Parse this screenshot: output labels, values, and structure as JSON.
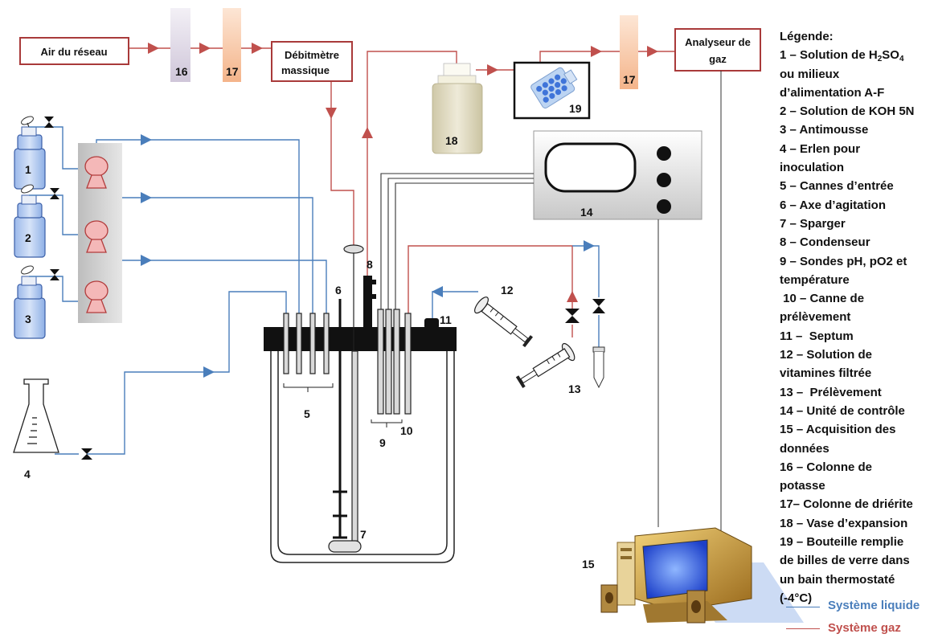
{
  "boxes": {
    "air": "Air du réseau",
    "debit_1": "Débitmètre",
    "debit_2": "massique",
    "analyseur_1": "Analyseur de",
    "analyseur_2": "gaz"
  },
  "numbers": {
    "n1": "1",
    "n2": "2",
    "n3": "3",
    "n4": "4",
    "n5": "5",
    "n6": "6",
    "n7": "7",
    "n8": "8",
    "n9": "9",
    "n10": "10",
    "n11": "11",
    "n12": "12",
    "n13": "13",
    "n14": "14",
    "n15": "15",
    "n16": "16",
    "n17": "17",
    "n18": "18",
    "n19": "19"
  },
  "legend": {
    "title": "Légende:",
    "l1a": "1 – Solution de H",
    "l1_sub2": "2",
    "l1b": "SO",
    "l1_sub4": "4",
    "l1c": "ou milieux",
    "l1d": "d’alimentation A-F",
    "l2": "2 – Solution de KOH 5N",
    "l3": "3 – Antimousse",
    "l4a": "4 – Erlen pour",
    "l4b": "inoculation",
    "l5": "5 – Cannes d’entrée",
    "l6": "6 – Axe d’agitation",
    "l7": "7 – Sparger",
    "l8": "8 – Condenseur",
    "l9a": "9 – Sondes pH, pO2 et",
    "l9b": "température",
    "l10a": " 10 – Canne de",
    "l10b": "prélèvement",
    "l11": "11 –  Septum",
    "l12a": "12 – Solution de",
    "l12b": "vitamines filtrée",
    "l13": "13 –  Prélèvement",
    "l14": "14 – Unité de contrôle",
    "l15a": "15 – Acquisition des",
    "l15b": "données",
    "l16a": "16 – Colonne de",
    "l16b": "potasse",
    "l17": "17– Colonne de driérite",
    "l18": "18 – Vase d’expansion",
    "l19a": "19 – Bouteille remplie",
    "l19b": "de billes de verre dans",
    "l19c": "un bain thermostaté",
    "l19d": "(-4°C)",
    "sys_liquide": "Système liquide",
    "sys_gaz": "Système gaz"
  },
  "colors": {
    "liquid": "#4a7ebb",
    "gas": "#c0504d",
    "box_border": "#a93a3a",
    "bottle_fill": "#b8cdf0",
    "pump_fill": "#f4b8b8",
    "col16": "#e3dde9",
    "col17": "#f7c8a8",
    "expansion": "#ddd8c0"
  }
}
